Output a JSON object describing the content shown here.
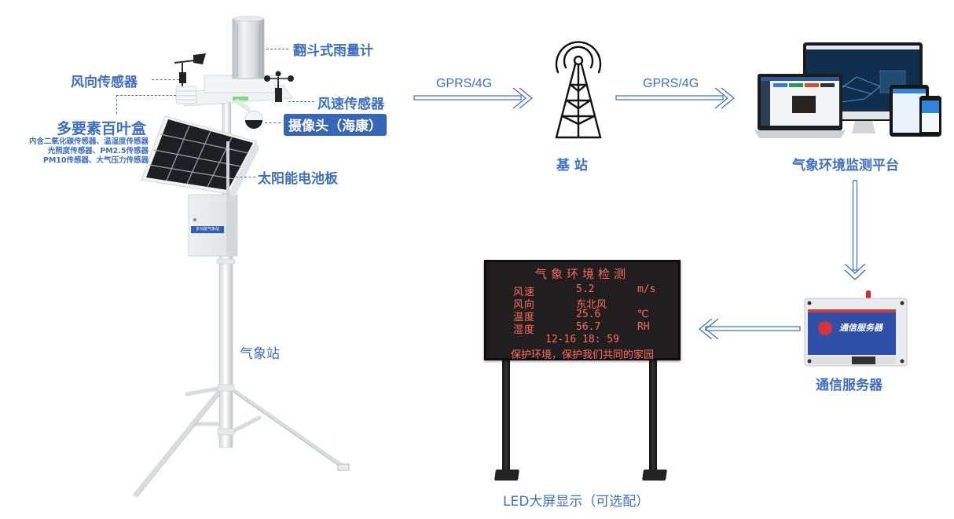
{
  "station": {
    "rain_gauge_label": "翻斗式雨量计",
    "wind_direction_label": "风向传感器",
    "wind_speed_label": "风速传感器",
    "camera_label": "摄像头（海康）",
    "louver_box_label": "多要素百叶盒",
    "louver_box_desc": [
      "内含二氧化碳传感器、温湿度传感器",
      "光照度传感器、PM2.5传感器",
      "PM10传感器、大气压力传感器"
    ],
    "solar_panel_label": "太阳能电池板",
    "station_label": "气象站",
    "box_tag": "多功能气象站"
  },
  "network": {
    "link1_label": "GPRS/4G",
    "link2_label": "GPRS/4G",
    "base_station_label": "基 站",
    "platform_label": "气象环境监测平台",
    "comm_server_label": "通信服务器",
    "comm_server_device_text": "通信服务器"
  },
  "led_display": {
    "caption": "LED大屏显示（可选配）",
    "title": "气象环境检测",
    "rows": [
      {
        "name": "风速",
        "value": "5.2",
        "unit": "m/s"
      },
      {
        "name": "风向",
        "value": "东北风",
        "unit": ""
      },
      {
        "name": "温度",
        "value": "25.6",
        "unit": "℃"
      },
      {
        "name": "湿度",
        "value": "56.7",
        "unit": "RH"
      }
    ],
    "datetime": "12-16 18: 59",
    "slogan": "保护环境，保护我们共同的家园"
  },
  "colors": {
    "label_blue": "#3f6fc0",
    "highlight_bg": "#3566b8",
    "arrow_blue": "#3a6cc4",
    "led_text": "#ff6b5a"
  },
  "icons": {
    "base_station": "radio-tower-icon",
    "arrow": "double-line-arrow-icon"
  }
}
